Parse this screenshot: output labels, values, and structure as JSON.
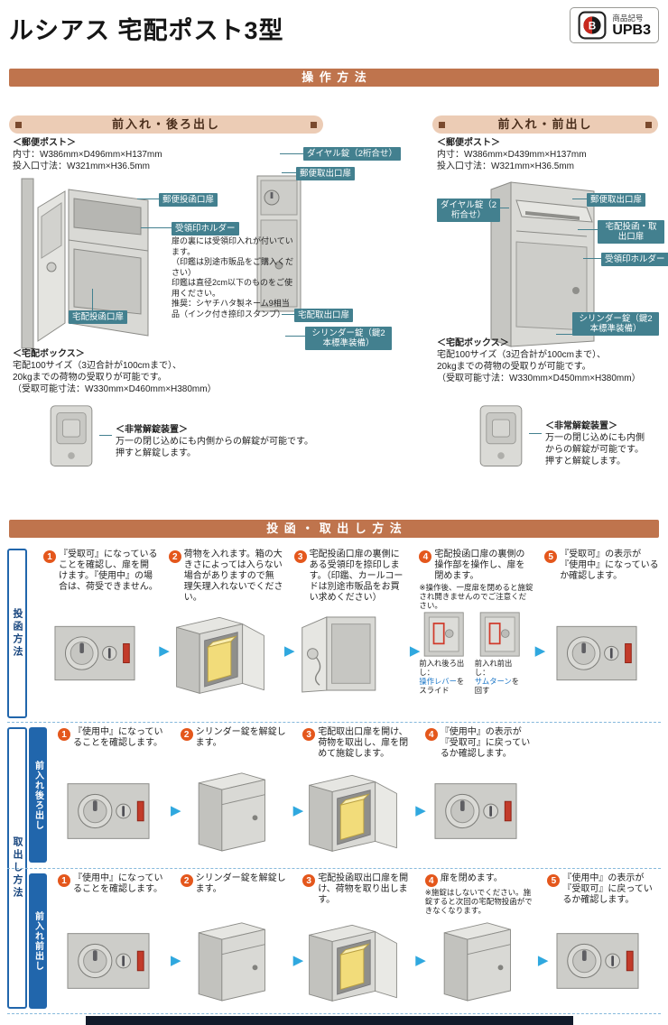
{
  "header": {
    "title": "ルシアス 宅配ポスト3型",
    "badge": {
      "label": "商品記号",
      "code": "UPB3",
      "logo_letter": "B"
    }
  },
  "icons": {
    "next_arrow": "▶"
  },
  "colors": {
    "main_bar": "#bf744d",
    "subheader_bg": "#ecccb5",
    "callout_bg": "#43808f",
    "step_number": "#e4571c",
    "arrow_blue": "#2fa8df",
    "sidebar_blue": "#2166ac",
    "indicator_red": "#c23b2a",
    "package_yellow": "#f2dc7a"
  },
  "operation": {
    "bar_title": "操作方法",
    "left": {
      "subheader": "前入れ・後ろ出し",
      "post_title": "＜郵便ポスト＞",
      "post_inner": "内寸：W386mm×D496mm×H137mm",
      "post_slot": "投入口寸法：W321mm×H36.5mm",
      "callouts": {
        "mail_in_door": "郵便投函口扉",
        "stamp_holder": "受領印ホルダー",
        "parcel_in_door": "宅配投函口扉",
        "dial_lock": "ダイヤル錠（2桁合せ）",
        "mail_out_door": "郵便取出口扉",
        "parcel_out_door": "宅配取出口扉",
        "cylinder_lock": "シリンダー錠（鍵2本標準装備）"
      },
      "stamp_note1": "扉の裏には受領印入れが付いています。",
      "stamp_note2": "（印鑑は別途市販品をご購入ください）",
      "stamp_note3": "印鑑は直径2cm以下のものをご使用ください。",
      "stamp_note4": "推奨：シヤチハタ製ネーム9相当品（インク付き捺印スタンプ）",
      "box_title": "＜宅配ボックス＞",
      "box_line1": "宅配100サイズ（3辺合計が100cmまで）、",
      "box_line2": "20kgまでの荷物の受取りが可能です。",
      "box_line3": "（受取可能寸法：W330mm×D460mm×H380mm）",
      "emergency_title": "＜非常解錠装置＞",
      "emergency_line1": "万一の閉じ込めにも内側からの解錠が可能です。",
      "emergency_line2": "押すと解錠します。"
    },
    "right": {
      "subheader": "前入れ・前出し",
      "post_title": "＜郵便ポスト＞",
      "post_inner": "内寸：W386mm×D439mm×H137mm",
      "post_slot": "投入口寸法：W321mm×H36.5mm",
      "callouts": {
        "dial_lock": "ダイヤル錠（2桁合せ）",
        "mail_out_door": "郵便取出口扉",
        "parcel_door": "宅配投函・取出口扉",
        "stamp_holder": "受領印ホルダー",
        "cylinder_lock": "シリンダー錠（鍵2本標準装備）"
      },
      "box_title": "＜宅配ボックス＞",
      "box_line1": "宅配100サイズ（3辺合計が100cmまで）、",
      "box_line2": "20kgまでの荷物の受取りが可能です。",
      "box_line3": "（受取可能寸法：W330mm×D450mm×H380mm）",
      "emergency_title": "＜非常解錠装置＞",
      "emergency_line1": "万一の閉じ込めにも内側",
      "emergency_line2": "からの解錠が可能です。",
      "emergency_line3": "押すと解錠します。"
    }
  },
  "steps": {
    "bar_title": "投函・取出し方法",
    "numbers": [
      "1",
      "2",
      "3",
      "4",
      "5"
    ],
    "sidebar": {
      "posting": "投函方法",
      "takeout": "取出し方法",
      "row2": "前入れ後ろ出し",
      "row3": "前入れ前出し"
    },
    "row1": {
      "s1": "『受取可』になっていることを確認し、扉を開けます。『使用中』の場合は、荷受できません。",
      "s2": "荷物を入れます。箱の大きさによっては入らない場合がありますので無理矢理入れないでください。",
      "s3": "宅配投函口扉の裏側にある受領印を捺印します。（印鑑、カールコードは別途市販品をお買い求めください）",
      "s4": "宅配投函口扉の裏側の操作部を操作し、扉を閉めます。",
      "s4_note": "※操作後、一度扉を閉めると施錠され開きませんのでご注意ください。",
      "s5": "『受取可』の表示が『使用中』になっているか確認します。",
      "cap1_head": "前入れ後ろ出し：",
      "cap1_blue": "操作レバー",
      "cap1_rest": "をスライド",
      "cap2_head": "前入れ前出し：",
      "cap2_blue": "サムターン",
      "cap2_rest": "を回す"
    },
    "row2": {
      "s1": "『使用中』になっていることを確認します。",
      "s2": "シリンダー錠を解錠します。",
      "s3": "宅配取出口扉を開け、荷物を取出し、扉を閉めて施錠します。",
      "s4": "『使用中』の表示が『受取可』に戻っているか確認します。"
    },
    "row3": {
      "s1": "『使用中』になっていることを確認します。",
      "s2": "シリンダー錠を解錠します。",
      "s3": "宅配投函取出口扉を開け、荷物を取り出します。",
      "s4": "扉を閉めます。",
      "s4_note": "※施錠はしないでください。施錠すると次回の宅配物投函ができなくなります。",
      "s5": "『使用中』の表示が『受取可』に戻っているか確認します。"
    }
  }
}
